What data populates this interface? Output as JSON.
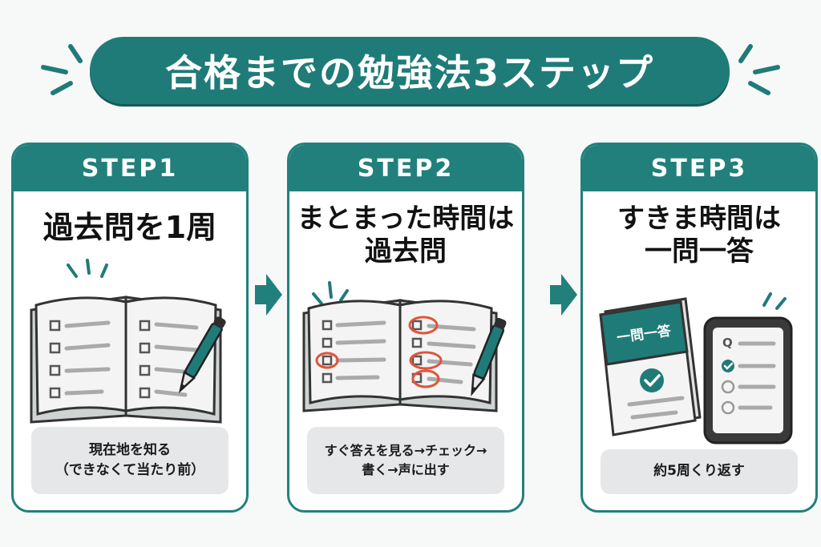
{
  "title": "合格までの勉強法3ステップ",
  "colors": {
    "accent": "#22807c",
    "accent_dark": "#1f7b78",
    "mark": "#e0543a"
  },
  "steps": [
    {
      "label": "STEP1",
      "heading": [
        "過去問を1周"
      ],
      "note": [
        "現在地を知る",
        "（できなくて当たり前）"
      ],
      "icons": [
        "open-workbook-icon",
        "pen-icon",
        "sparkle-icon"
      ]
    },
    {
      "label": "STEP2",
      "heading": [
        "まとまった時間は",
        "過去問"
      ],
      "note": [
        "すぐ答えを見る→チェック→",
        "書く→声に出す"
      ],
      "icons": [
        "marked-workbook-icon",
        "pen-icon",
        "sparkle-icon"
      ]
    },
    {
      "label": "STEP3",
      "heading": [
        "すきま時間は",
        "一問一答"
      ],
      "note": [
        "約5周くり返す"
      ],
      "icons": [
        "qa-book-icon",
        "smartphone-quiz-icon",
        "sparkle-icon"
      ],
      "book_label": "一問一答",
      "phone_label": "Q"
    }
  ]
}
